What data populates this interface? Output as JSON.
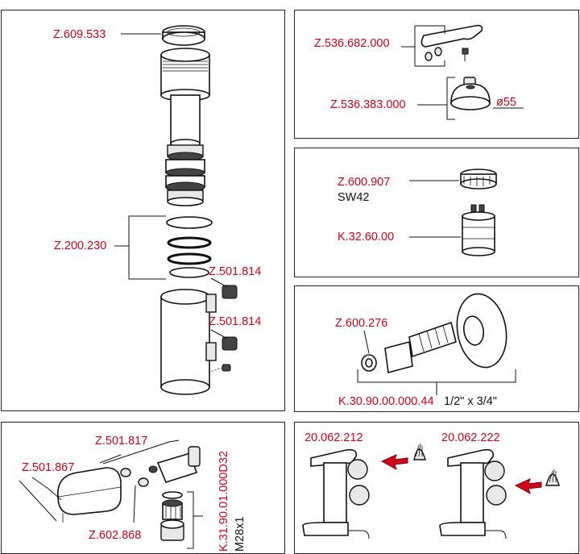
{
  "colors": {
    "label_red": "#d0021b",
    "outline": "#111111",
    "arrow_red": "#d0021b"
  },
  "icons": [
    "shower-cartridge-icon",
    "lever-handle-icon",
    "valve-cartridge-icon",
    "connector-icon",
    "spout-aerator-icon",
    "faucet-icon",
    "filter-icon",
    "arrow-icon"
  ],
  "panels": {
    "cartridge_assembly": {
      "part_top": "Z.609.533",
      "part_seals": "Z.200.230",
      "part_filter_1": "Z.501.814",
      "part_filter_2": "Z.501.814"
    },
    "handle": {
      "part_lever": "Z.536.682.000",
      "part_cap": "Z.536.383.000",
      "cap_diameter": "ø55"
    },
    "cartridge": {
      "part_nut": "Z.600.907",
      "nut_size": "SW42",
      "part_cartridge": "K.32.60.00"
    },
    "connector": {
      "part_washer": "Z.600.276",
      "part_connector": "K.30.90.00.000.44",
      "connector_size": "1/2\" x 3/4\""
    },
    "spout": {
      "part_housing": "Z.501.817",
      "part_cover": "Z.501.867",
      "part_screw": "Z.602.868",
      "part_aerator": "K.31.90.01.000D32",
      "aerator_thread": "M28x1"
    },
    "faucet_filters": {
      "model_a": "20.062.212",
      "model_b": "20.062.222"
    }
  }
}
